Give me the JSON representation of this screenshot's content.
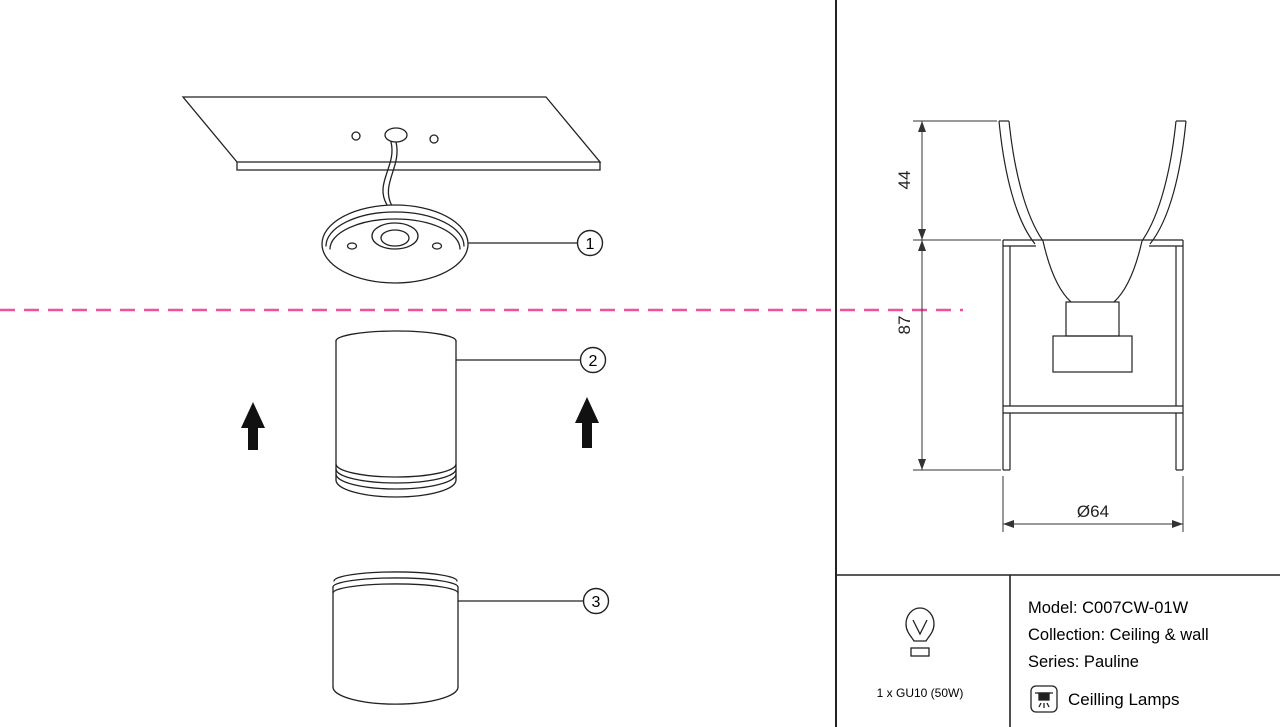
{
  "colors": {
    "dash_line": "#f0519e",
    "drawing_line": "#222222"
  },
  "callouts": {
    "part1": "1",
    "part2": "2",
    "part3": "3"
  },
  "dimensions": {
    "upper_height": "44",
    "body_height": "87",
    "diameter": "Ø64"
  },
  "spec": {
    "bulb": "1 x GU10 (50W)"
  },
  "product": {
    "model": "Model: C007CW-01W",
    "collection": "Collection: Ceiling & wall",
    "series": "Series: Pauline",
    "category": "Ceilling Lamps"
  }
}
